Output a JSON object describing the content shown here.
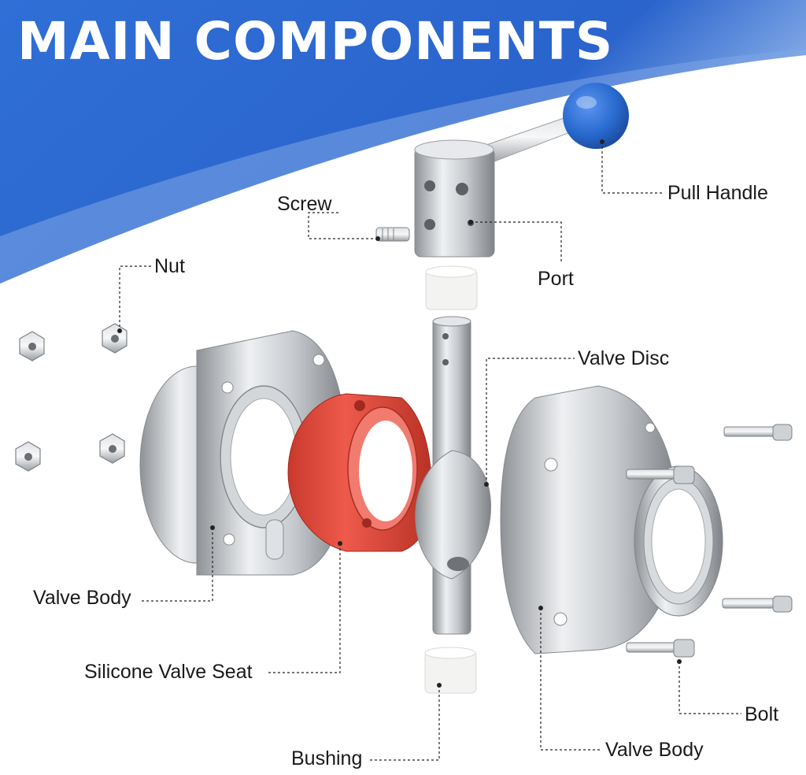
{
  "header": {
    "title": "MAIN COMPONENTS",
    "background_color": "#2f6fd6",
    "title_color": "#ffffff"
  },
  "parts": {
    "pull_handle": "Pull Handle",
    "screw": "Screw",
    "port": "Port",
    "nut": "Nut",
    "valve_disc": "Valve Disc",
    "valve_body_left": "Valve Body",
    "silicone_valve_seat": "Silicone Valve Seat",
    "bolt": "Bolt",
    "valve_body_right": "Valve Body",
    "bushing": "Bushing"
  },
  "colors": {
    "steel": "#c9ccd0",
    "seat": "#e0483a",
    "knob": "#2a6bd1",
    "bushing": "#f3f4f1"
  }
}
